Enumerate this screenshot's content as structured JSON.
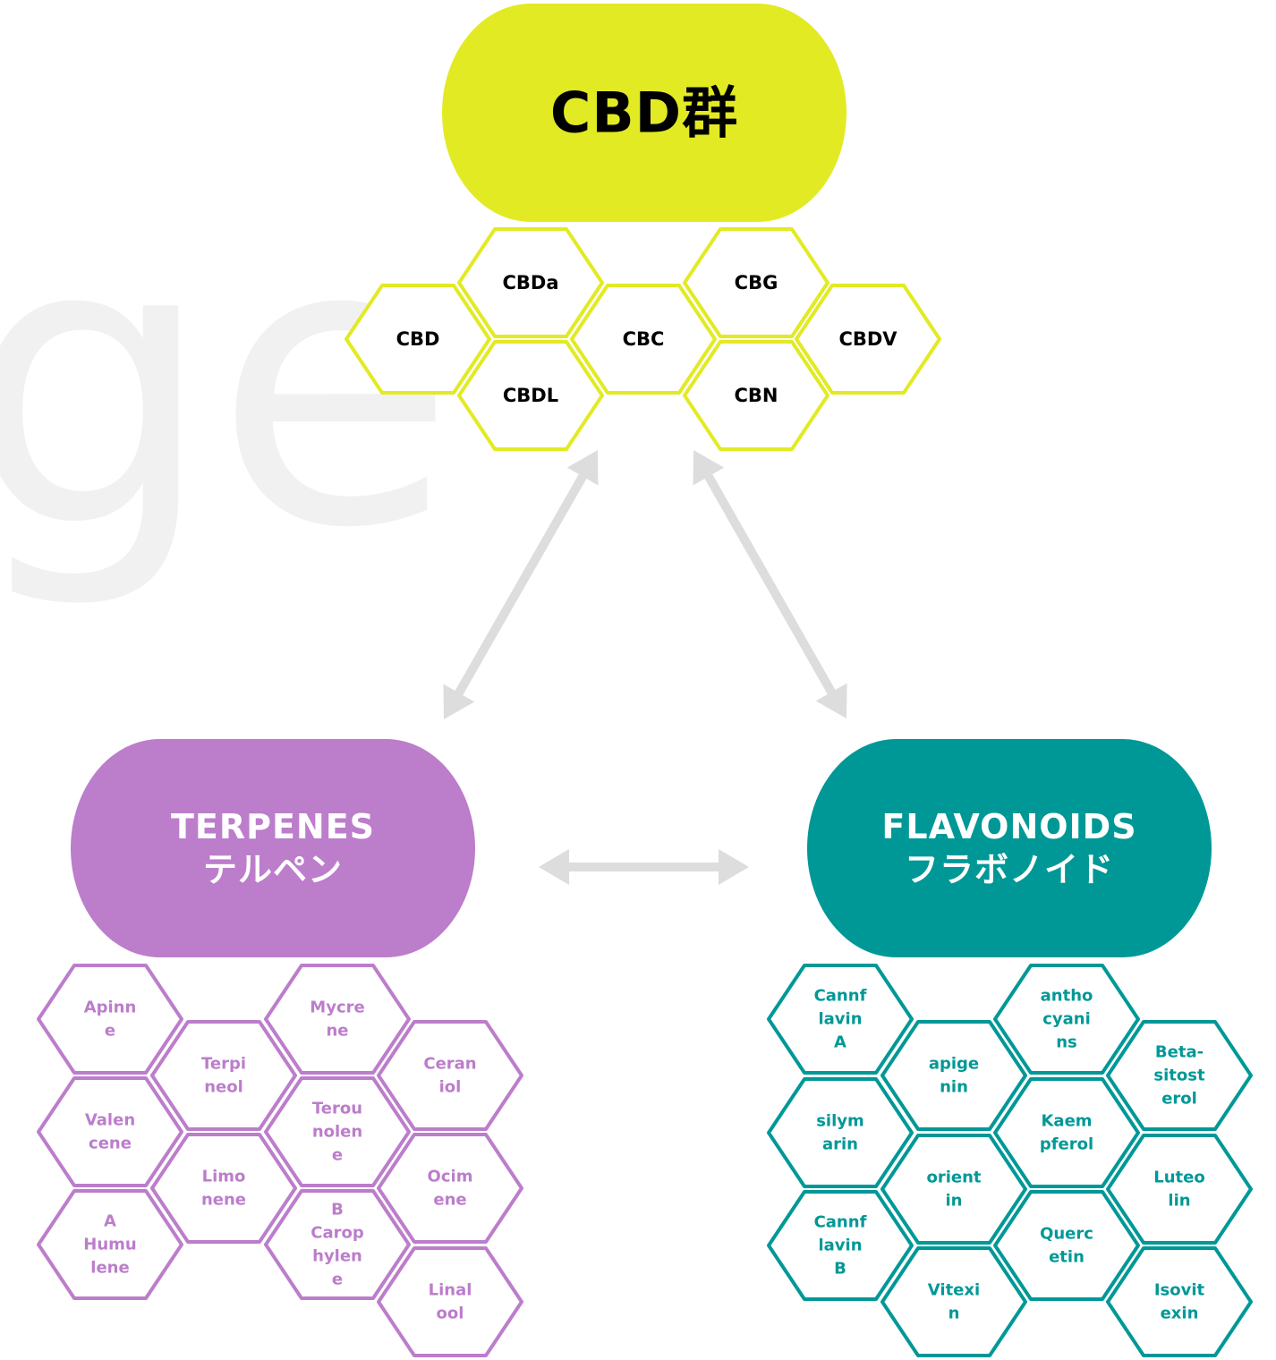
{
  "watermark": {
    "text": "ge",
    "color": "#f1f1f1"
  },
  "colors": {
    "cbd": "#e2ea23",
    "terpenes": "#bc7dcb",
    "flavonoids": "#009897",
    "arrow": "#dddddd",
    "cbd_label": "#000000",
    "title_on_dark": "#ffffff"
  },
  "groups": {
    "cbd": {
      "title": [
        "CBD群"
      ],
      "color": "#e2ea23",
      "title_color": "#000000",
      "label_color": "#000000",
      "hexagons": [
        {
          "label": [
            "CBD"
          ]
        },
        {
          "label": [
            "CBDa"
          ]
        },
        {
          "label": [
            "CBDL"
          ]
        },
        {
          "label": [
            "CBC"
          ]
        },
        {
          "label": [
            "CBG"
          ]
        },
        {
          "label": [
            "CBN"
          ]
        },
        {
          "label": [
            "CBDV"
          ]
        }
      ]
    },
    "terpenes": {
      "title": [
        "TERPENES",
        "テルペン"
      ],
      "color": "#bc7dcb",
      "title_color": "#ffffff",
      "label_color": "#bc7dcb",
      "hexagons": [
        {
          "label": [
            "Apinn",
            "e"
          ]
        },
        {
          "label": [
            "Valen",
            "cene"
          ]
        },
        {
          "label": [
            "A",
            "Humu",
            "lene"
          ]
        },
        {
          "label": [
            "Terpi",
            "neol"
          ]
        },
        {
          "label": [
            "Limo",
            "nene"
          ]
        },
        {
          "label": [
            "Mycre",
            "ne"
          ]
        },
        {
          "label": [
            "Terou",
            "nolen",
            "e"
          ]
        },
        {
          "label": [
            "B",
            "Carop",
            "hylen",
            "e"
          ]
        },
        {
          "label": [
            "Ceran",
            "iol"
          ]
        },
        {
          "label": [
            "Ocim",
            "ene"
          ]
        },
        {
          "label": [
            "Linal",
            "ool"
          ]
        }
      ]
    },
    "flavonoids": {
      "title": [
        "FLAVONOIDS",
        "フラボノイド"
      ],
      "color": "#009897",
      "title_color": "#ffffff",
      "label_color": "#009897",
      "hexagons": [
        {
          "label": [
            "Cannf",
            "lavin",
            "A"
          ]
        },
        {
          "label": [
            "silym",
            "arin"
          ]
        },
        {
          "label": [
            "Cannf",
            "lavin",
            "B"
          ]
        },
        {
          "label": [
            "apige",
            "nin"
          ]
        },
        {
          "label": [
            "orient",
            "in"
          ]
        },
        {
          "label": [
            "Vitexi",
            "n"
          ]
        },
        {
          "label": [
            "antho",
            "cyani",
            "ns"
          ]
        },
        {
          "label": [
            "Kaem",
            "pferol"
          ]
        },
        {
          "label": [
            "Querc",
            "etin"
          ]
        },
        {
          "label": [
            "Beta-",
            "sitost",
            "erol"
          ]
        },
        {
          "label": [
            "Luteo",
            "lin"
          ]
        },
        {
          "label": [
            "Isovit",
            "exin"
          ]
        }
      ]
    }
  }
}
